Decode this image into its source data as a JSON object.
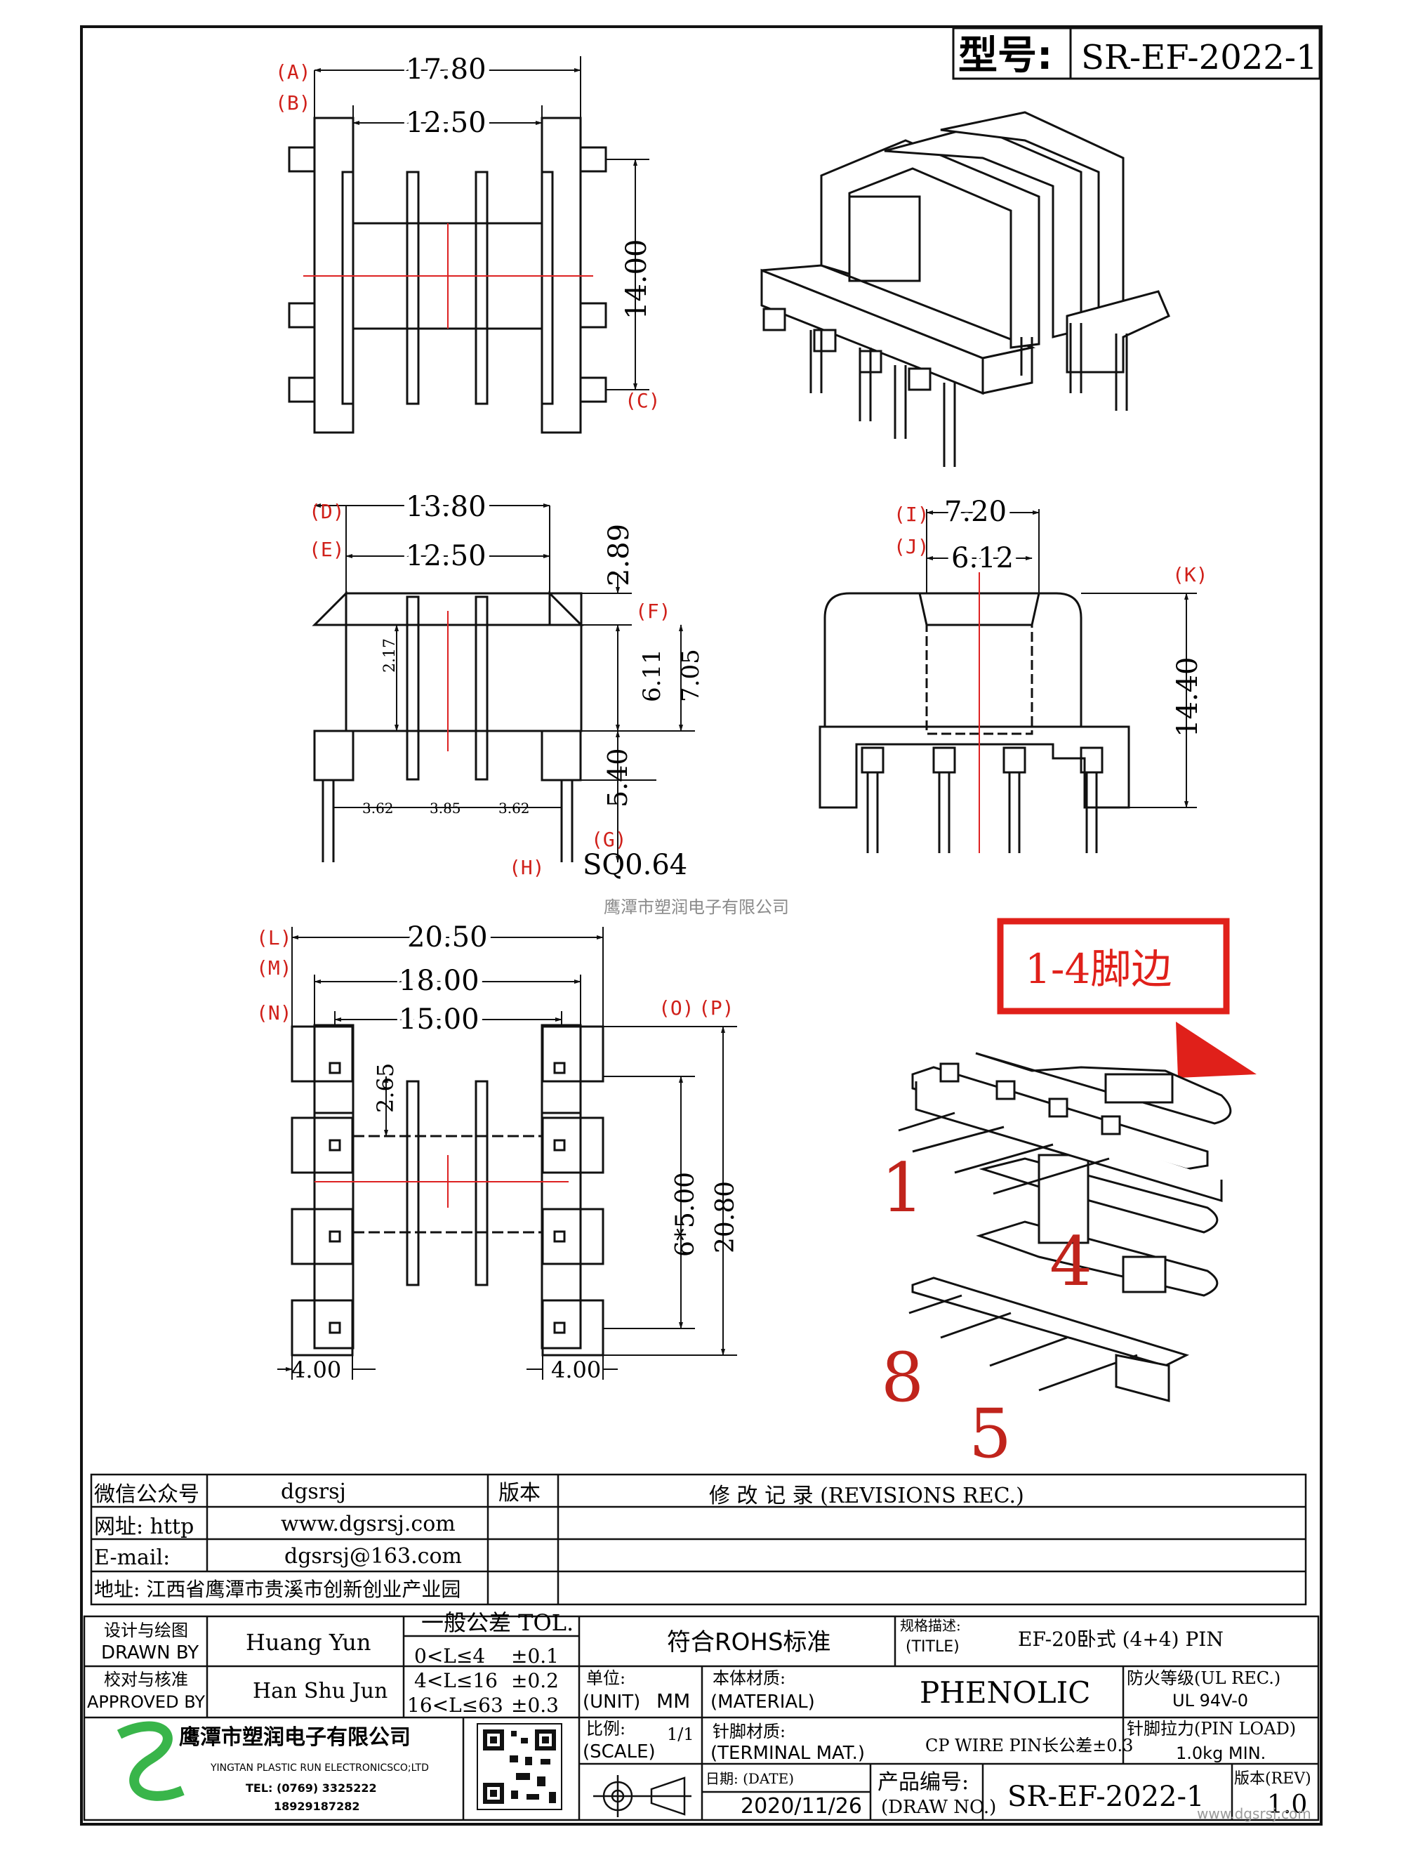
{
  "header": {
    "model_label": "型号:",
    "model_no": "SR-EF-2022-1"
  },
  "dims": {
    "a_17_80": "17.80",
    "a_12_50": "12.50",
    "a_14_00": "14.00",
    "b_13_80": "13.80",
    "b_12_50": "12.50",
    "b_2_89": "2.89",
    "b_2_17": "2.17",
    "b_6_11": "6.11",
    "b_7_05": "7.05",
    "b_5_40": "5.40",
    "b_3_62a": "3.62",
    "b_3_85": "3.85",
    "b_3_62b": "3.62",
    "b_sq": "SQ0.64",
    "c_7_20": "7.20",
    "c_6_12": "6.12",
    "c_14_40": "14.40",
    "d_20_50": "20.50",
    "d_18_00": "18.00",
    "d_15_00": "15.00",
    "d_2_65": "2.65",
    "d_6x5": "6*5.00",
    "d_20_80": "20.80",
    "d_4_00a": "4.00",
    "d_4_00b": "4.00"
  },
  "markers": {
    "A": "A",
    "B": "B",
    "C": "C",
    "D": "D",
    "E": "E",
    "F": "F",
    "G": "G",
    "H": "H",
    "I": "I",
    "J": "J",
    "K": "K",
    "L": "L",
    "M": "M",
    "N": "N",
    "O": "O",
    "P": "P"
  },
  "watermark": "鹰潭市塑润电子有限公司",
  "callout": {
    "text": "1-4脚边",
    "pin1": "1",
    "pin4": "4",
    "pin8": "8",
    "pin5": "5",
    "color": "#e0201a"
  },
  "info": {
    "wechat_label": "微信公众号",
    "wechat_value": "dgsrsj",
    "web_label": "网址: http",
    "web_value": "www.dgsrsj.com",
    "email_label": "E-mail:",
    "email_value": "dgsrsj@163.com",
    "addr_label": "地址: 江西省鹰潭市贵溪市创新创业产业园"
  },
  "revisions": {
    "version_label": "版本",
    "title": "修 改 记 录  (REVISIONS REC.)"
  },
  "title_block": {
    "design_cn": "设计与绘图",
    "design_en": "DRAWN BY",
    "designer": "Huang  Yun",
    "check_cn": "校对与核准",
    "check_en": "APPROVED BY",
    "checker": "Han Shu Jun",
    "tol_title": "一般公差 TOL.",
    "tol_r1": "0<L≤4",
    "tol_v1": "±0.1",
    "tol_r2": "4<L≤16",
    "tol_v2": "±0.2",
    "tol_r3": "16<L≤63",
    "tol_v3": "±0.3",
    "rohs": "符合ROHS标准",
    "spec_cn": "规格描述:",
    "spec_en": "(TITLE)",
    "spec_value": "EF-20卧式 (4+4) PIN",
    "unit_cn": "单位:",
    "unit_en": "(UNIT)",
    "unit_value": "MM",
    "mat_cn": "本体材质:",
    "mat_en": "(MATERIAL)",
    "mat_value": "PHENOLIC",
    "fire_cn": "防火等级(UL REC.)",
    "fire_value": "UL 94V-0",
    "scale_cn": "比例:",
    "scale_en": "(SCALE)",
    "scale_value": "1/1",
    "pin_cn": "针脚材质:",
    "pin_en": "(TERMINAL MAT.)",
    "pin_value": "CP WIRE  PIN长公差±0.3",
    "load_cn": "针脚拉力(PIN LOAD)",
    "load_value": "1.0kg MIN.",
    "date_label": "日期: (DATE)",
    "date_value": "2020/11/26",
    "drawno_cn": "产品编号:",
    "drawno_en": "(DRAW NO.)",
    "drawno_value": "SR-EF-2022-1",
    "rev_label": "版本(REV)",
    "rev_value": "1.0",
    "company_cn": "鹰潭市塑润电子有限公司",
    "company_en": "YINGTAN PLASTIC RUN ELECTRONICSCO;LTD",
    "tel": "TEL: (0769) 3325222",
    "mobile": "18929187282",
    "site_mark": "www.dgsrsj.com"
  }
}
